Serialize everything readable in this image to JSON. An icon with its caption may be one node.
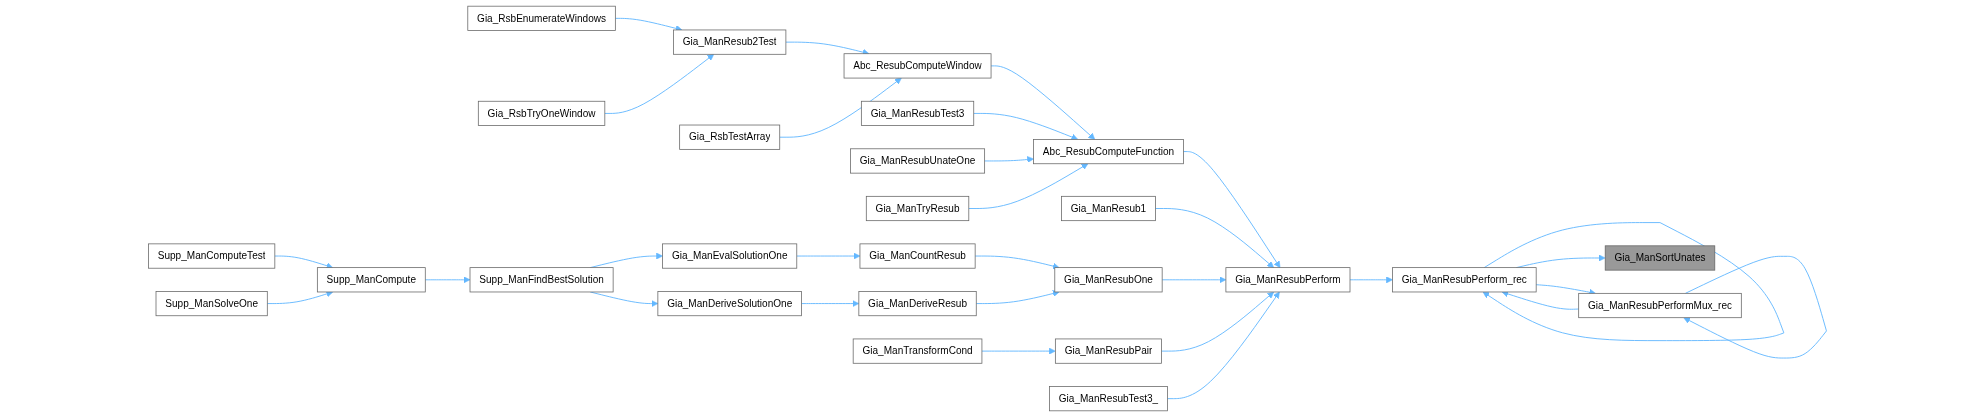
{
  "diagram": {
    "nodes": [
      {
        "text": [
          "Gia_RsbEnumerateWindows"
        ]
      },
      {
        "text": [
          "Gia_RsbTryOneWindow"
        ]
      },
      {
        "text": [
          "Gia_ManResub2Test"
        ]
      },
      {
        "text": [
          "Gia_RsbTestArray"
        ]
      },
      {
        "text": [
          "Abc_ResubComputeWindow"
        ]
      },
      {
        "text": [
          "Gia_ManResubTest3"
        ]
      },
      {
        "text": [
          "Gia_ManResubUnateOne"
        ]
      },
      {
        "text": [
          "Gia_ManTryResub"
        ]
      },
      {
        "text": [
          "Abc_ResubComputeFunction"
        ]
      },
      {
        "text": [
          "Supp_ManComputeTest"
        ]
      },
      {
        "text": [
          "Supp_ManSolveOne"
        ]
      },
      {
        "text": [
          "Supp_ManCompute"
        ]
      },
      {
        "text": [
          "Supp_ManFindBestSolution"
        ]
      },
      {
        "text": [
          "Gia_ManEvalSolutionOne"
        ]
      },
      {
        "text": [
          "Gia_ManDeriveSolutionOne"
        ]
      },
      {
        "text": [
          "Gia_ManCountResub"
        ]
      },
      {
        "text": [
          "Gia_ManDeriveResub"
        ]
      },
      {
        "text": [
          "Gia_ManResub1"
        ]
      },
      {
        "text": [
          "Gia_ManResubOne"
        ]
      },
      {
        "text": [
          "Gia_ManResubPair"
        ]
      },
      {
        "text": [
          "Gia_ManTransformCond"
        ]
      },
      {
        "text": [
          "Gia_ManResubTest3_"
        ]
      },
      {
        "text": [
          "Gia_ManResubPerform"
        ]
      },
      {
        "text": [
          "Gia_ManResubPerformMux_rec"
        ]
      },
      {
        "text": [
          "Gia_ManResubPerform_rec"
        ]
      },
      {
        "text": [
          "Gia_ManSortUnates"
        ]
      }
    ],
    "edges": [
      {
        "from": 0,
        "to": 2,
        "arrow": "to"
      },
      {
        "from": 1,
        "to": 2,
        "arrow": "to"
      },
      {
        "from": 2,
        "to": 4,
        "arrow": "to"
      },
      {
        "from": 3,
        "to": 4,
        "arrow": "to"
      },
      {
        "from": 4,
        "to": 8,
        "arrow": "to"
      },
      {
        "from": 5,
        "to": 8,
        "arrow": "to"
      },
      {
        "from": 6,
        "to": 8,
        "arrow": "to"
      },
      {
        "from": 7,
        "to": 8,
        "arrow": "to"
      },
      {
        "from": 8,
        "to": 22,
        "arrow": "to"
      },
      {
        "from": 9,
        "to": 11,
        "arrow": "to"
      },
      {
        "from": 10,
        "to": 11,
        "arrow": "to"
      },
      {
        "from": 11,
        "to": 12,
        "arrow": "to"
      },
      {
        "from": 12,
        "to": 13,
        "arrow": "to"
      },
      {
        "from": 12,
        "to": 14,
        "arrow": "to"
      },
      {
        "from": 13,
        "to": 15,
        "arrow": "to"
      },
      {
        "from": 14,
        "to": 16,
        "arrow": "to"
      },
      {
        "from": 15,
        "to": 18,
        "arrow": "to"
      },
      {
        "from": 16,
        "to": 18,
        "arrow": "to"
      },
      {
        "from": 17,
        "to": 22,
        "arrow": "to"
      },
      {
        "from": 18,
        "to": 22,
        "arrow": "to"
      },
      {
        "from": 19,
        "to": 22,
        "arrow": "to"
      },
      {
        "from": 20,
        "to": 19,
        "arrow": "to"
      },
      {
        "from": 21,
        "to": 22,
        "arrow": "to"
      },
      {
        "from": 22,
        "to": 24,
        "arrow": "to"
      },
      {
        "from": 23,
        "to": 23,
        "arrow": "to"
      },
      {
        "from": 24,
        "to": 23,
        "arrow": "to"
      },
      {
        "from": 23,
        "to": 24,
        "arrow": "to"
      },
      {
        "from": 24,
        "to": 24,
        "arrow": "to"
      },
      {
        "from": 24,
        "to": 25,
        "arrow": "to"
      }
    ]
  }
}
